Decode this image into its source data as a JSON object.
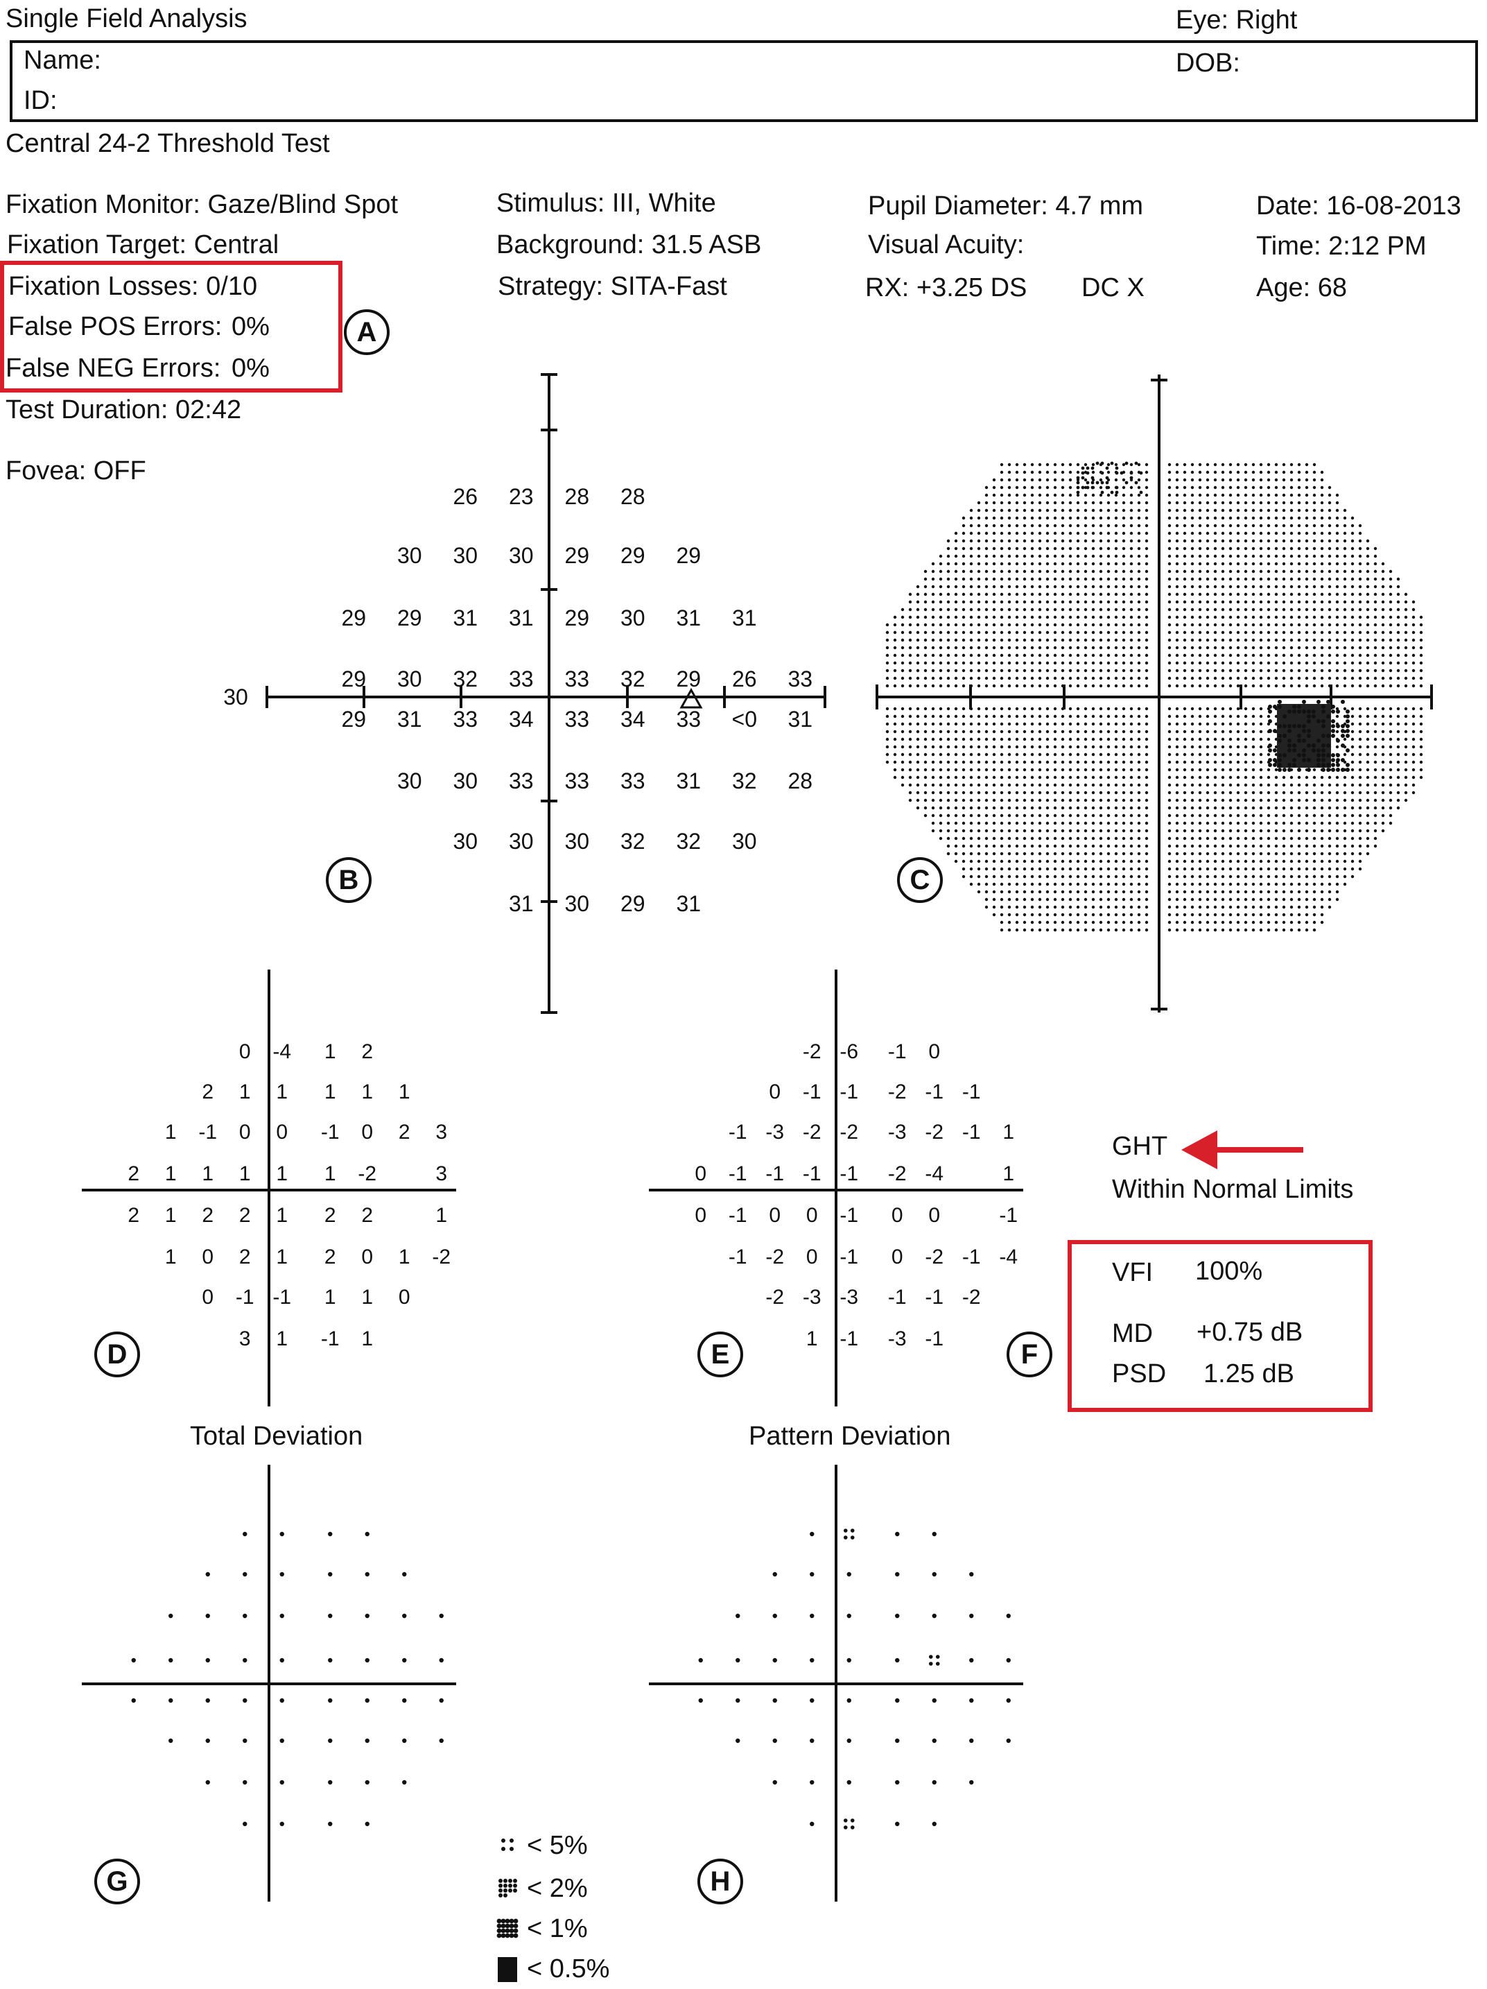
{
  "header": {
    "title": "Single Field Analysis",
    "eye": "Eye: Right",
    "name_label": "Name:",
    "id_label": "ID:",
    "dob_label": "DOB:",
    "test_name": "Central 24-2 Threshold Test"
  },
  "params": {
    "fixation_monitor": "Fixation Monitor: Gaze/Blind Spot",
    "fixation_target": "Fixation Target: Central",
    "fixation_losses": "Fixation Losses: 0/10",
    "false_pos": "False POS Errors:",
    "false_pos_value": "0%",
    "false_neg": "False NEG Errors:",
    "false_neg_value": "0%",
    "test_duration": "Test Duration: 02:42",
    "fovea": "Fovea: OFF",
    "stimulus": "Stimulus: III, White",
    "background": "Background: 31.5 ASB",
    "strategy": "Strategy: SITA-Fast",
    "pupil": "Pupil Diameter: 4.7 mm",
    "acuity": "Visual Acuity:",
    "rx": "RX: +3.25 DS",
    "dc": "DC  X",
    "date": "Date: 16-08-2013",
    "time": "Time: 2:12 PM",
    "age": "Age: 68"
  },
  "labels": {
    "A": "A",
    "B": "B",
    "C": "C",
    "D": "D",
    "E": "E",
    "F": "F",
    "G": "G",
    "H": "H"
  },
  "threshold_grid": {
    "rows": [
      [
        "",
        "",
        "",
        "26",
        "23",
        "28",
        "28",
        "",
        "",
        ""
      ],
      [
        "",
        "",
        "30",
        "30",
        "30",
        "29",
        "29",
        "29",
        "",
        ""
      ],
      [
        "",
        "29",
        "29",
        "31",
        "31",
        "29",
        "30",
        "31",
        "31",
        ""
      ],
      [
        "",
        "29",
        "30",
        "32",
        "33",
        "33",
        "32",
        "29",
        "26",
        "33"
      ],
      [
        "",
        "29",
        "31",
        "33",
        "34",
        "33",
        "34",
        "33",
        "<0",
        "31"
      ],
      [
        "",
        "",
        "30",
        "30",
        "33",
        "33",
        "33",
        "31",
        "32",
        "28"
      ],
      [
        "",
        "",
        "",
        "30",
        "30",
        "30",
        "32",
        "32",
        "30",
        ""
      ],
      [
        "",
        "",
        "",
        "",
        "31",
        "30",
        "29",
        "31",
        "",
        ""
      ]
    ],
    "outer_left_value": "30"
  },
  "total_deviation": {
    "title": "Total Deviation",
    "rows": [
      [
        "0",
        "-4",
        "1",
        "2"
      ],
      [
        "2",
        "1",
        "1",
        "1",
        "1",
        "1"
      ],
      [
        "1",
        "-1",
        "0",
        "0",
        "-1",
        "0",
        "2",
        "3"
      ],
      [
        "2",
        "1",
        "1",
        "1",
        "1",
        "1",
        "-2",
        "",
        "3"
      ],
      [
        "2",
        "1",
        "2",
        "2",
        "1",
        "2",
        "2",
        "",
        "1"
      ],
      [
        "1",
        "0",
        "2",
        "1",
        "2",
        "0",
        "1",
        "-2"
      ],
      [
        "0",
        "-1",
        "-1",
        "1",
        "1",
        "0"
      ],
      [
        "3",
        "1",
        "-1",
        "1"
      ]
    ]
  },
  "pattern_deviation": {
    "title": "Pattern Deviation",
    "rows": [
      [
        "-2",
        "-6",
        "-1",
        "0"
      ],
      [
        "0",
        "-1",
        "-1",
        "-2",
        "-1",
        "-1"
      ],
      [
        "-1",
        "-3",
        "-2",
        "-2",
        "-3",
        "-2",
        "-1",
        "1"
      ],
      [
        "0",
        "-1",
        "-1",
        "-1",
        "-1",
        "-2",
        "-4",
        "",
        "1"
      ],
      [
        "0",
        "-1",
        "0",
        "0",
        "-1",
        "0",
        "0",
        "",
        "-1"
      ],
      [
        "-1",
        "-2",
        "0",
        "-1",
        "0",
        "-2",
        "-1",
        "-4"
      ],
      [
        "-2",
        "-3",
        "-3",
        "-1",
        "-1",
        "-2"
      ],
      [
        "1",
        "-1",
        "-3",
        "-1"
      ]
    ]
  },
  "indices": {
    "ght_label": "GHT",
    "ght_value": "Within Normal Limits",
    "vfi_label": "VFI",
    "vfi_value": "100%",
    "md_label": "MD",
    "md_value": "+0.75 dB",
    "psd_label": "PSD",
    "psd_value": "1.25 dB"
  },
  "legend": {
    "p5": "< 5%",
    "p2": "< 2%",
    "p1": "< 1%",
    "p05": "< 0.5%"
  },
  "colors": {
    "accent_red": "#d7202a",
    "ink": "#111111"
  }
}
